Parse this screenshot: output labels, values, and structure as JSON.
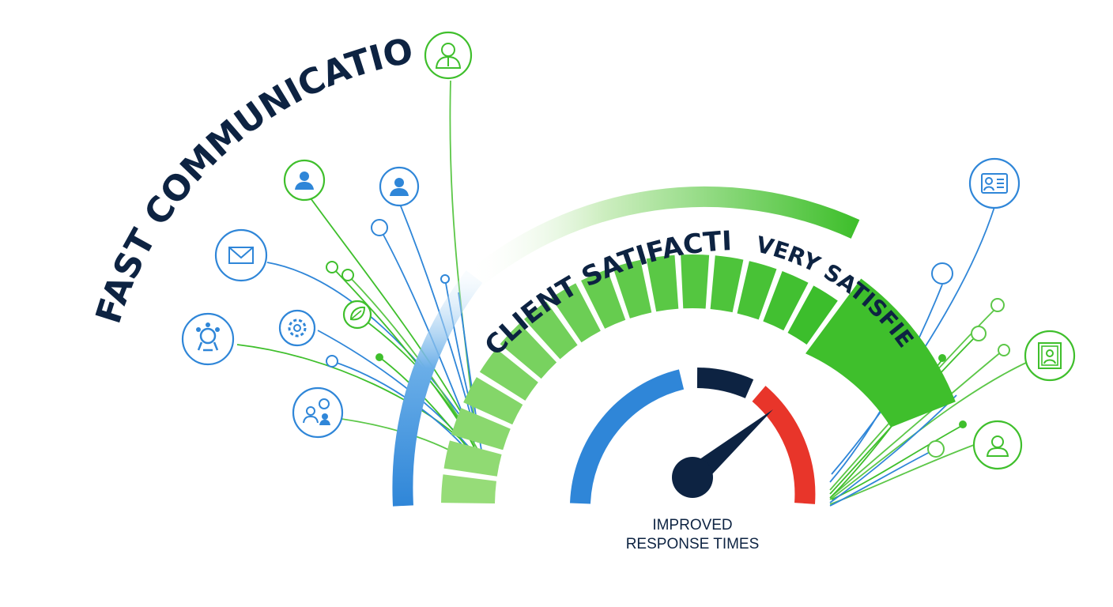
{
  "headline": {
    "left": "FAST COMMUNICATION"
  },
  "gauge": {
    "satisfaction_label": "CLIENT SATIFACTION",
    "satisfaction_value": "VERY SATISFIED",
    "caption_line1": "IMPROVED",
    "caption_line2": "RESPONSE TIMES"
  },
  "icons": {
    "left": [
      "businessman-icon",
      "user-icon",
      "user-icon",
      "envelope-icon",
      "team-icon",
      "gear-circle-icon",
      "leaf-icon",
      "group-chat-icon"
    ],
    "right": [
      "contact-card-icon",
      "portrait-icon",
      "user-icon"
    ]
  },
  "colors": {
    "navy": "#0d2342",
    "blue": "#2f86d8",
    "green": "#3fbf2c",
    "light_green": "#8fd86a",
    "red": "#e8352a"
  }
}
